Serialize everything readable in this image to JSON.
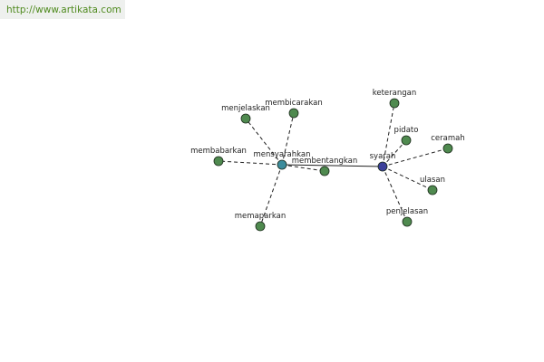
{
  "url_banner": {
    "text": "http://www.artikata.com"
  },
  "colors": {
    "related_node": "#4f8a4f",
    "hub_node": "#3c8c9c",
    "root_node": "#3b3f9a",
    "banner_text": "#4f8a1e"
  },
  "graph": {
    "hub": {
      "label": "mensyarahkan"
    },
    "root": {
      "label": "syarah"
    },
    "hub_neighbors": [
      {
        "label": "menjelaskan"
      },
      {
        "label": "membicarakan"
      },
      {
        "label": "membabarkan"
      },
      {
        "label": "memaparkan"
      },
      {
        "label": "membentangkan"
      }
    ],
    "root_neighbors": [
      {
        "label": "keterangan"
      },
      {
        "label": "pidato"
      },
      {
        "label": "ceramah"
      },
      {
        "label": "ulasan"
      },
      {
        "label": "penjelasan"
      }
    ]
  }
}
